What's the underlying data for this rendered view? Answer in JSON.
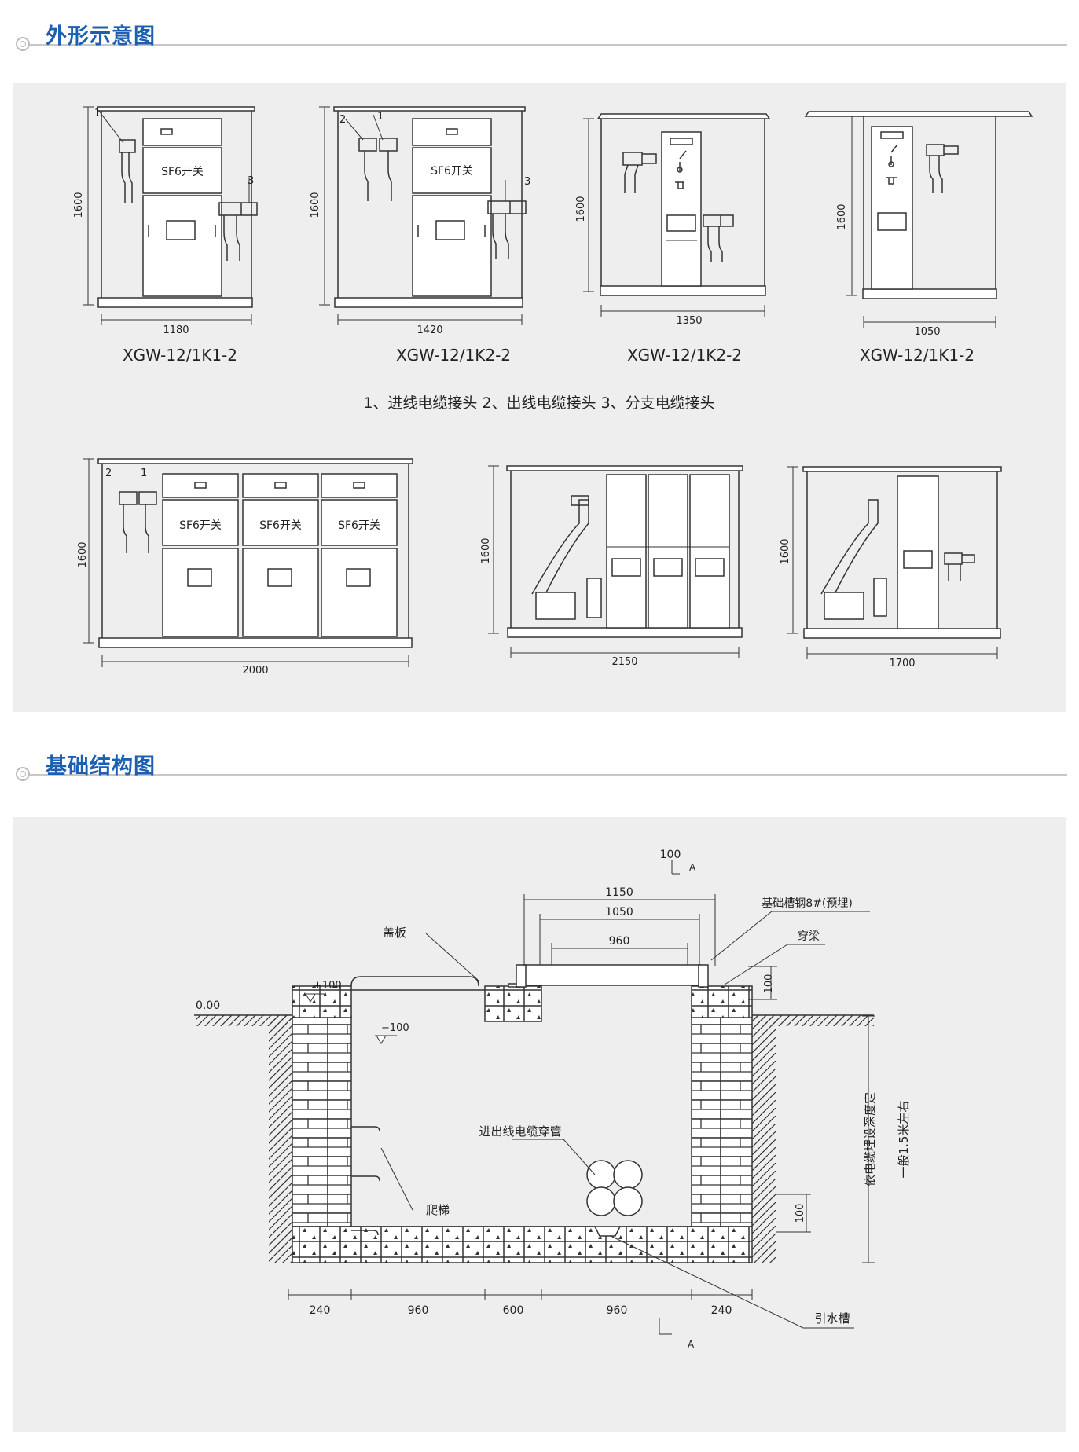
{
  "sections": {
    "appearance": {
      "title": "外形示意图"
    },
    "foundation": {
      "title": "基础结构图"
    }
  },
  "units": [
    {
      "model": "XGW-12/1K1-2",
      "width": "1180",
      "height": "1600",
      "labels": [
        "1",
        "3"
      ],
      "switch_label": "SF6开关"
    },
    {
      "model": "XGW-12/1K2-2",
      "width": "1420",
      "height": "1600",
      "labels": [
        "2",
        "1",
        "3"
      ],
      "switch_label": "SF6开关"
    },
    {
      "model": "XGW-12/1K2-2",
      "width": "1350",
      "height": "1600"
    },
    {
      "model": "XGW-12/1K1-2",
      "width": "1050",
      "height": "1600"
    },
    {
      "width": "2000",
      "height": "1600",
      "labels": [
        "2",
        "1"
      ],
      "switch_labels": [
        "SF6开关",
        "SF6开关",
        "SF6开关"
      ]
    },
    {
      "width": "2150",
      "height": "1600"
    },
    {
      "width": "1700",
      "height": "1600"
    }
  ],
  "legend": "1、进线电缆接头   2、出线电缆接头   3、分支电缆接头",
  "foundation": {
    "dims_top": [
      "100",
      "1150",
      "1050",
      "960"
    ],
    "section_mark": "A",
    "level_zero": "0.00",
    "level_plus": "+100",
    "level_minus": "−100",
    "side_dims": [
      "100",
      "100"
    ],
    "bottom_dims": [
      "240",
      "960",
      "600",
      "960",
      "240"
    ],
    "labels": {
      "cover": "盖板",
      "channel_steel": "基础槽钢8#(预埋)",
      "beam": "穿梁",
      "cable_pipe": "进出线电缆穿管",
      "ladder": "爬梯",
      "drain": "引水槽",
      "depth_1": "依电缆埋设深度定",
      "depth_2": "一般1.5米左右"
    }
  }
}
